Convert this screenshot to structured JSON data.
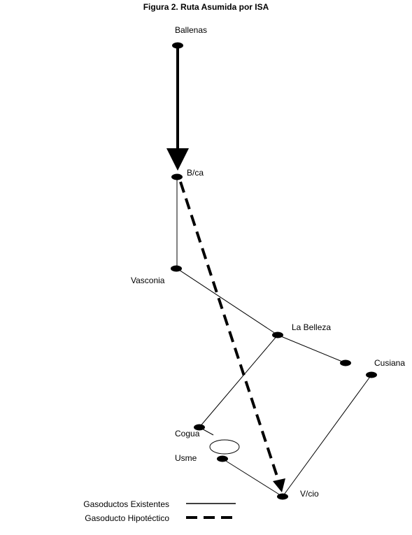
{
  "figure": {
    "title": "Figura 2. Ruta Asumida por ISA"
  },
  "nodes": {
    "ballenas": "Ballenas",
    "bca": "B/ca",
    "vasconia": "Vasconia",
    "la_belleza": "La Belleza",
    "cusiana": "Cusiana",
    "cogua": "Cogua",
    "usme": "Usme",
    "vcio": "V/cio"
  },
  "legend": {
    "existing": "Gasoductos Existentes",
    "hypothetical": "Gasoducto Hipotéctico"
  },
  "colors": {
    "line": "#000000",
    "background": "#ffffff"
  }
}
